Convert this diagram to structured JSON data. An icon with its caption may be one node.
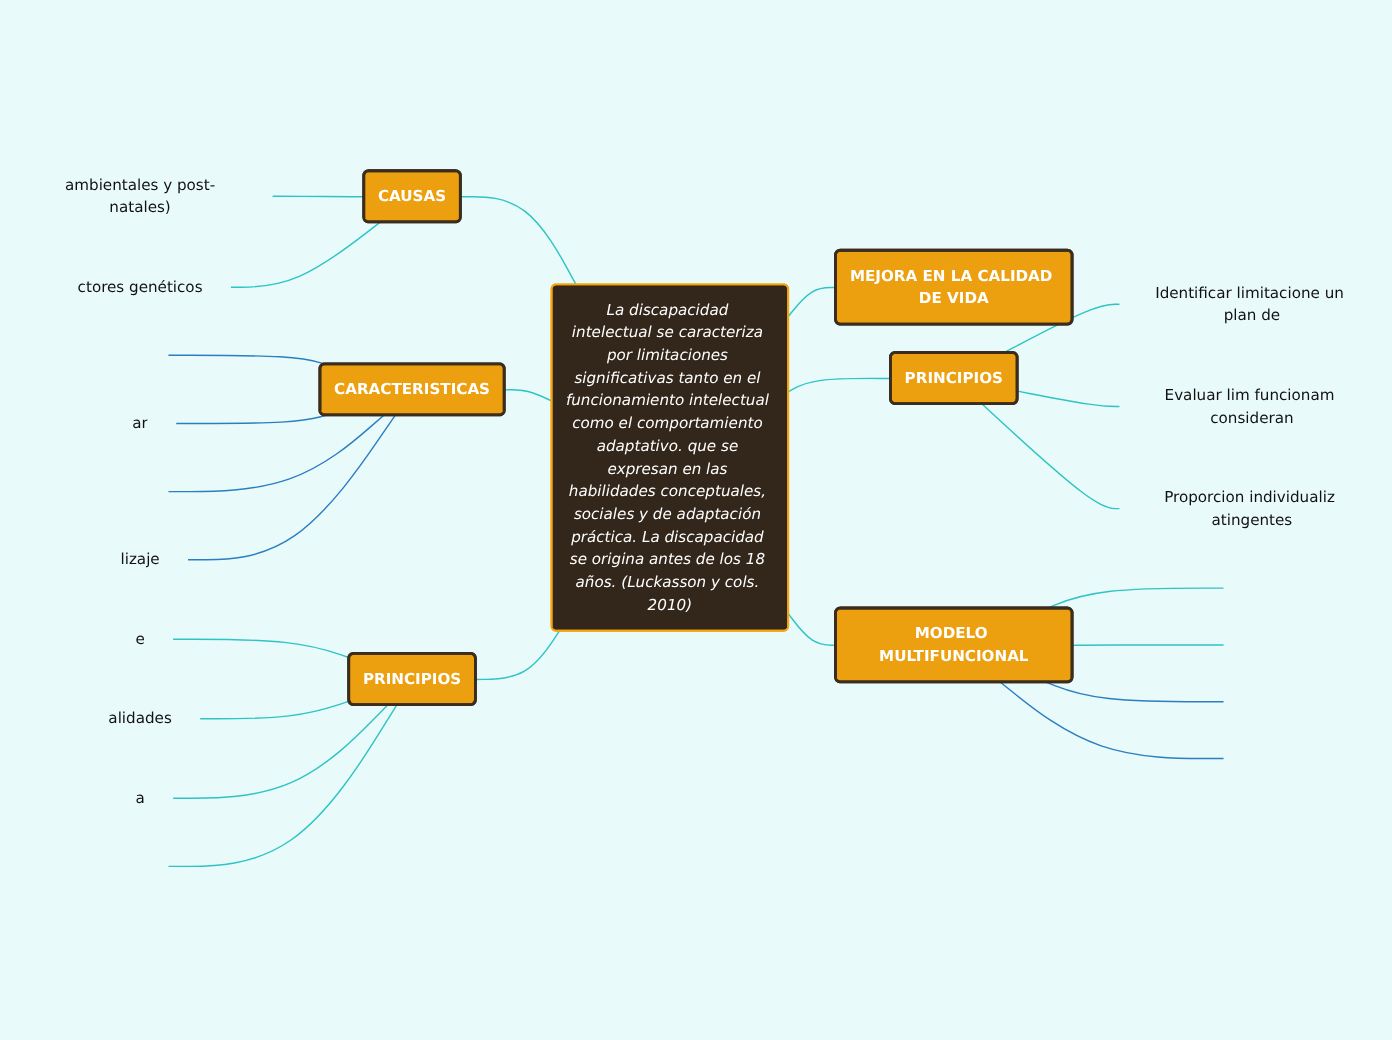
{
  "diagram": {
    "nodes": [
      {
        "text": [
          "La discapacidad intelectual se caracteriza por limitaciones significativas tanto en el funcionamiento intelectual como el comportamiento adaptativo. que se expresan en las habilidades conceptuales, sociales y de adaptación práctica. La discapacidad se origina antes de los 18 años. (Luckasson y cols. 2010)"
        ]
      },
      {
        "text": [
          "CAUSAS"
        ]
      },
      {
        "text": [
          "ambientales y post-natales)"
        ]
      },
      {
        "text": [
          "ctores genéticos"
        ]
      },
      {
        "text": [
          "CARACTERISTICAS"
        ]
      },
      {
        "text": [
          "ar"
        ]
      },
      {
        "text": [
          "lizaje"
        ]
      },
      {
        "text": [
          "PRINCIPIOS"
        ]
      },
      {
        "text": [
          "e"
        ]
      },
      {
        "text": [
          "alidades"
        ]
      },
      {
        "text": [
          "a"
        ]
      },
      {
        "text": [
          "MEJORA EN LA CALIDAD DE VIDA"
        ]
      },
      {
        "text": [
          "PRINCIPIOS"
        ]
      },
      {
        "text": [
          "Identificar limitacione un plan de"
        ]
      },
      {
        "text": [
          "Evaluar lim funcionam consideran"
        ]
      },
      {
        "text": [
          "Proporcion individualiz atingentes"
        ]
      },
      {
        "text": [
          "MODELO MULTIFUNCIONAL"
        ]
      }
    ],
    "edges": [
      {
        "from": 0,
        "to": 1,
        "arrow": "none"
      },
      {
        "from": 1,
        "to": 2,
        "arrow": "none"
      },
      {
        "from": 1,
        "to": 3,
        "arrow": "none"
      },
      {
        "from": 0,
        "to": 4,
        "arrow": "none"
      },
      {
        "from": 4,
        "to": null,
        "arrow": "none",
        "color": "#2a7fc0"
      },
      {
        "from": 4,
        "to": 5,
        "arrow": "none",
        "color": "#2a7fc0"
      },
      {
        "from": 4,
        "to": null,
        "arrow": "none",
        "color": "#2a7fc0"
      },
      {
        "from": 4,
        "to": 6,
        "arrow": "none",
        "color": "#2a7fc0"
      },
      {
        "from": 0,
        "to": 7,
        "arrow": "none"
      },
      {
        "from": 7,
        "to": 8,
        "arrow": "none"
      },
      {
        "from": 7,
        "to": 9,
        "arrow": "none"
      },
      {
        "from": 7,
        "to": 10,
        "arrow": "none"
      },
      {
        "from": 7,
        "to": null,
        "arrow": "none"
      },
      {
        "from": 0,
        "to": 11,
        "arrow": "none"
      },
      {
        "from": 0,
        "to": 12,
        "arrow": "none"
      },
      {
        "from": 12,
        "to": 13,
        "arrow": "none"
      },
      {
        "from": 12,
        "to": 14,
        "arrow": "none"
      },
      {
        "from": 12,
        "to": 15,
        "arrow": "none"
      },
      {
        "from": 0,
        "to": 16,
        "arrow": "none"
      },
      {
        "from": 16,
        "to": null,
        "arrow": "none"
      },
      {
        "from": 16,
        "to": null,
        "arrow": "none"
      },
      {
        "from": 16,
        "to": null,
        "arrow": "none",
        "color": "#2a7fc0"
      },
      {
        "from": 16,
        "to": null,
        "arrow": "none",
        "color": "#2a7fc0"
      }
    ]
  }
}
